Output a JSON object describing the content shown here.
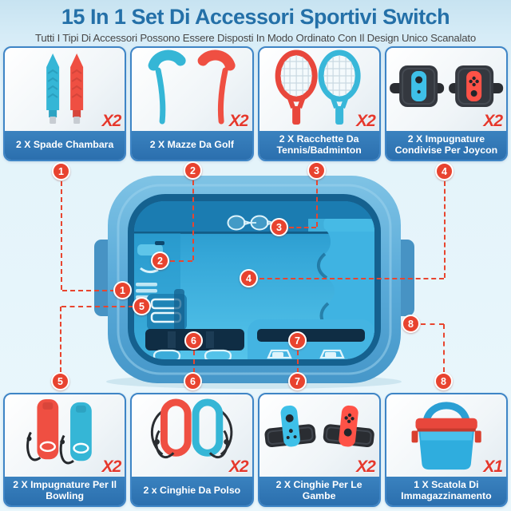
{
  "header": {
    "title": "15 In 1 Set Di Accessori Sportivi Switch",
    "subtitle": "Tutti I Tipi Di Accessori Possono Essere Disposti In Modo Ordinato Con Il Design Unico Scanalato"
  },
  "top_items": [
    {
      "label": "2 X Spade Chambara",
      "qty": "X2"
    },
    {
      "label": "2 X Mazze Da Golf",
      "qty": "X2"
    },
    {
      "label": "2 X Racchette Da Tennis/Badminton",
      "qty": "X2"
    },
    {
      "label": "2 X Impugnature Condivise Per Joycon",
      "qty": "X2"
    }
  ],
  "bottom_items": [
    {
      "label": "2 X Impugnature Per Il Bowling",
      "qty": "X2"
    },
    {
      "label": "2 x Cinghie Da Polso",
      "qty": "X2"
    },
    {
      "label": "2 X Cinghie Per Le Gambe",
      "qty": "X2"
    },
    {
      "label": "1 X Scatola Di Immagazzinamento",
      "qty": "X1"
    }
  ],
  "callouts": {
    "c1": "1",
    "c2": "2",
    "c3": "3",
    "c4": "4",
    "c5": "5",
    "c6": "6",
    "c7": "7",
    "c8": "8"
  },
  "colors": {
    "accent_red": "#e8432f",
    "title_blue": "#2470a8",
    "label_bar_blue": "#2e75b2",
    "card_border_blue": "#3e85c6",
    "case_blue": "#55abd8",
    "tray_blue": "#35a7d8"
  }
}
